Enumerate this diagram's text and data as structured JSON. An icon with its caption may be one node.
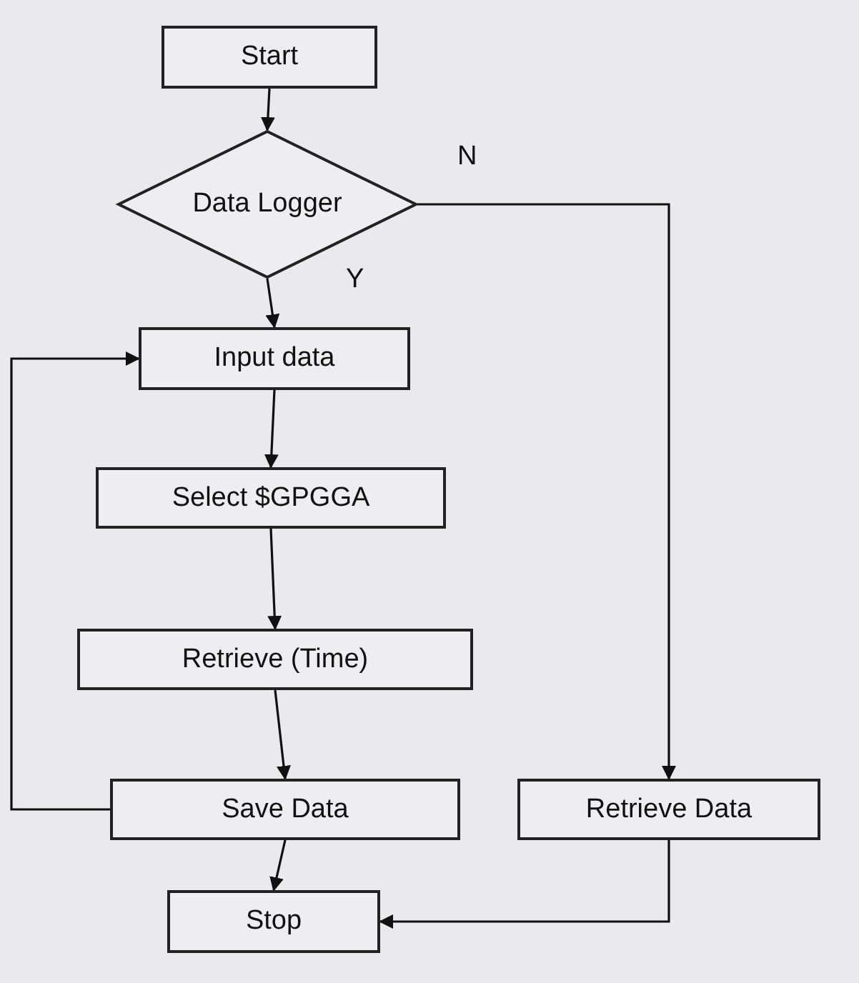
{
  "diagram": {
    "nodes": [
      {
        "text": [
          "Start"
        ]
      },
      {
        "text": [
          "Data Logger"
        ]
      },
      {
        "text": [
          "Input data"
        ]
      },
      {
        "text": [
          "Select $GPGGA"
        ]
      },
      {
        "text": [
          "Retrieve (Time)"
        ]
      },
      {
        "text": [
          "Save Data"
        ]
      },
      {
        "text": [
          "Stop"
        ]
      },
      {
        "text": [
          "Retrieve Data"
        ]
      }
    ],
    "edges": [
      {
        "from": 0,
        "to": 1,
        "arrow": "to"
      },
      {
        "from": 1,
        "to": 2,
        "arrow": "to",
        "label": "Y"
      },
      {
        "from": 1,
        "to": 7,
        "arrow": "to",
        "label": "N"
      },
      {
        "from": 2,
        "to": 3,
        "arrow": "to"
      },
      {
        "from": 3,
        "to": 4,
        "arrow": "to"
      },
      {
        "from": 4,
        "to": 5,
        "arrow": "to"
      },
      {
        "from": 5,
        "to": 2,
        "arrow": "to"
      },
      {
        "from": 5,
        "to": 6,
        "arrow": "to"
      },
      {
        "from": 7,
        "to": 6,
        "arrow": "to"
      }
    ]
  }
}
